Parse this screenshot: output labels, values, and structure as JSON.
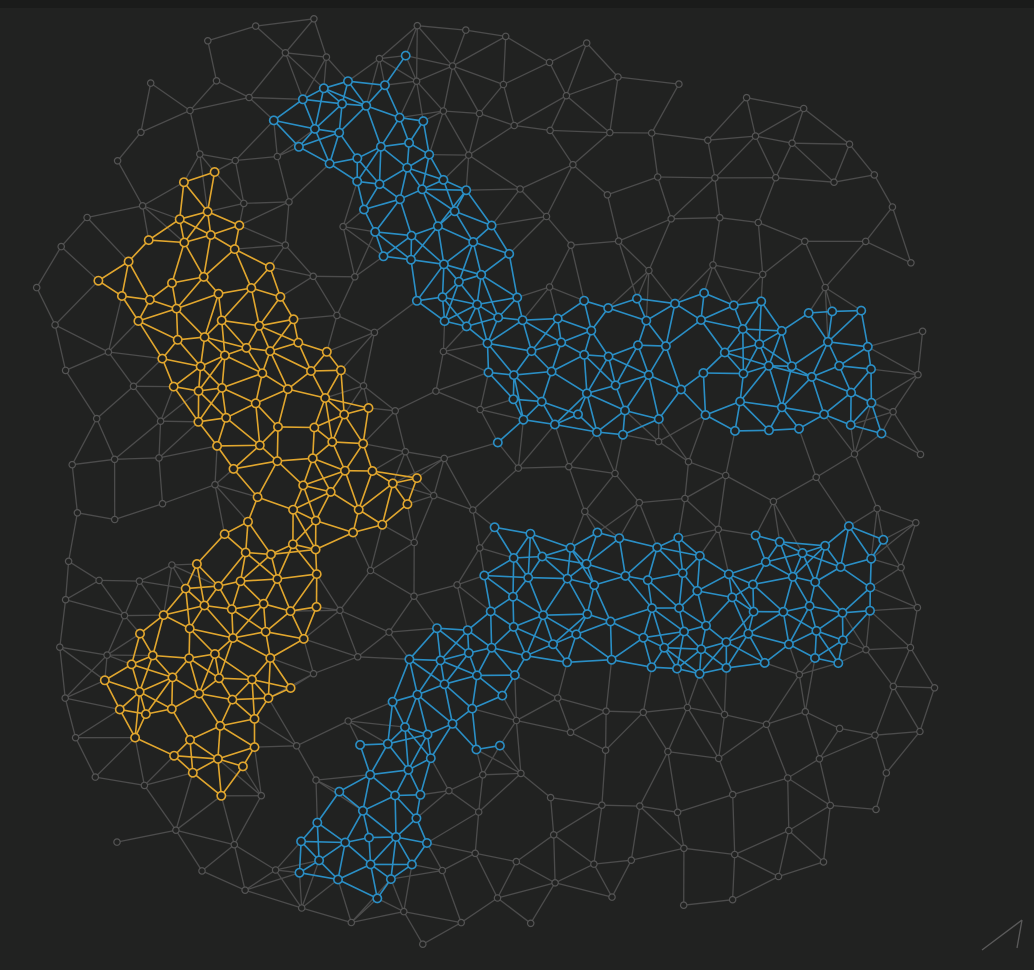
{
  "diagram": {
    "type": "planar-mesh-graph",
    "background": "#212221",
    "colors": {
      "background_nodes": "#4c4c4c",
      "highlight_gold": "#e2a72e",
      "highlight_blue": "#2a8fc6"
    },
    "regions": [
      {
        "color": "gold"
      },
      {
        "color": "blue"
      }
    ]
  }
}
